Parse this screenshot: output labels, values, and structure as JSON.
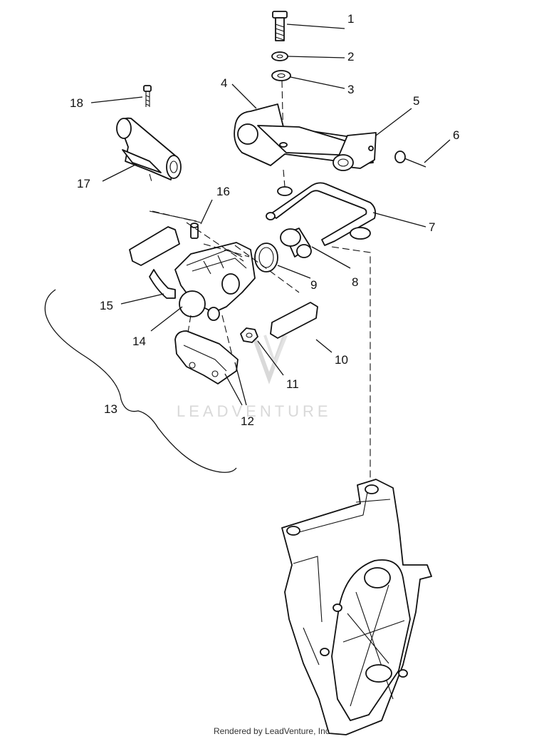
{
  "callouts": [
    "1",
    "2",
    "3",
    "4",
    "5",
    "6",
    "7",
    "8",
    "9",
    "10",
    "11",
    "12",
    "13",
    "14",
    "15",
    "16",
    "17",
    "18"
  ],
  "watermark": "LEADVENTURE",
  "credit": "Rendered by LeadVenture, Inc.",
  "colors": {
    "ink": "#111111",
    "background": "#ffffff",
    "watermark": "#d9d9d9"
  }
}
